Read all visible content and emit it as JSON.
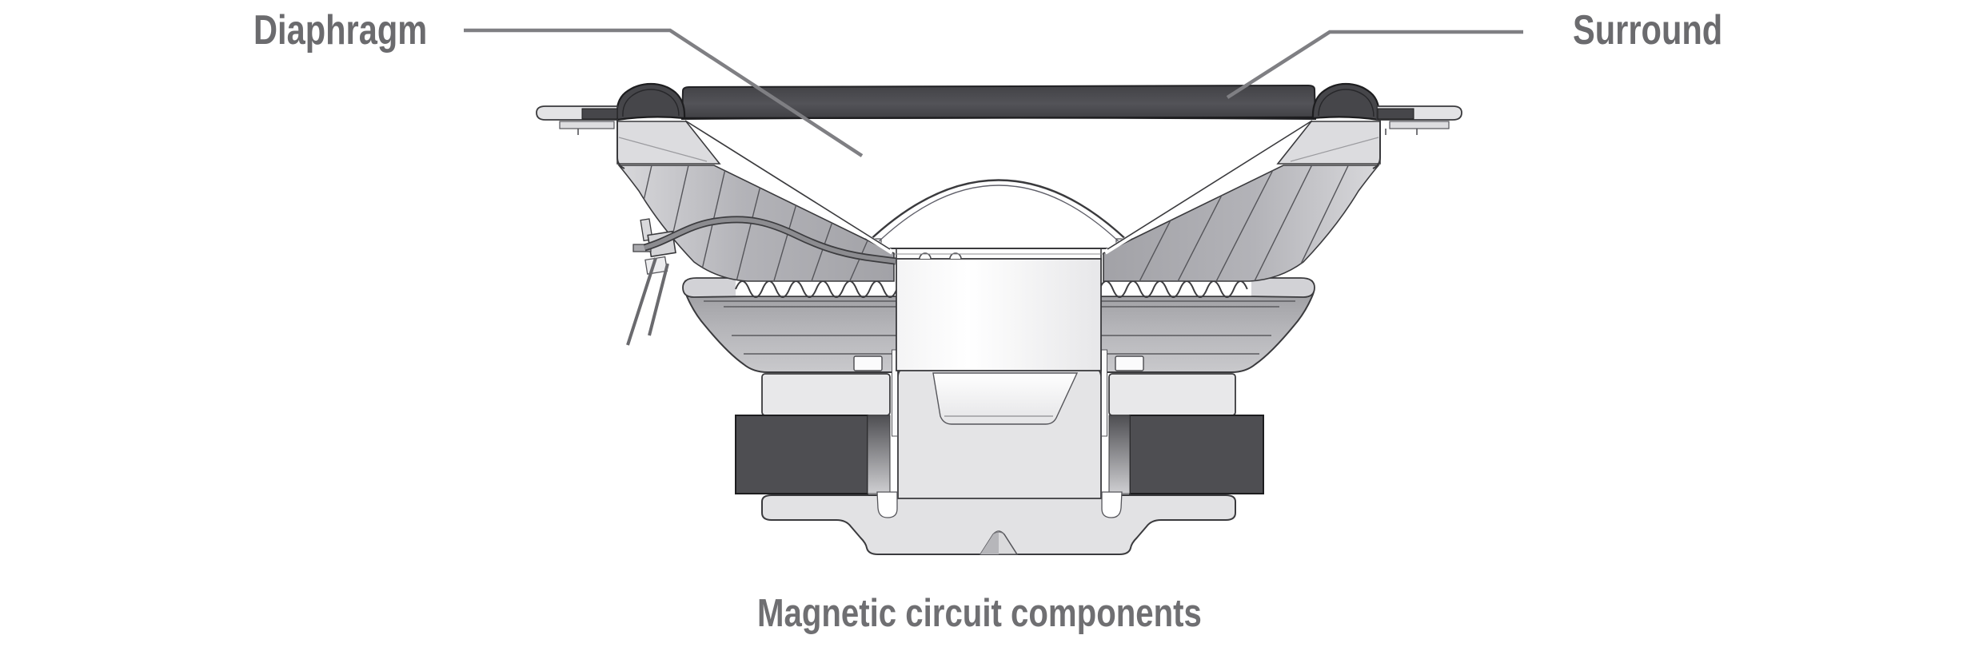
{
  "figure": {
    "type": "technical-cutaway-diagram",
    "subject": "loudspeaker cross-section",
    "labels": {
      "diaphragm": "Diaphragm",
      "surround": "Surround"
    },
    "caption": "Magnetic circuit components",
    "colors": {
      "background": "#ffffff",
      "label_text": "#6b6b6e",
      "leader_line": "#808080",
      "cone_top_dark": "#48484c",
      "surround_dark": "#46464a",
      "magnet_dark": "#4e4e52",
      "frame_light": "#e3e3e5",
      "basket_mid": "#b0b0b4",
      "yoke_light": "#e2e2e4",
      "outline": "#333336"
    }
  }
}
